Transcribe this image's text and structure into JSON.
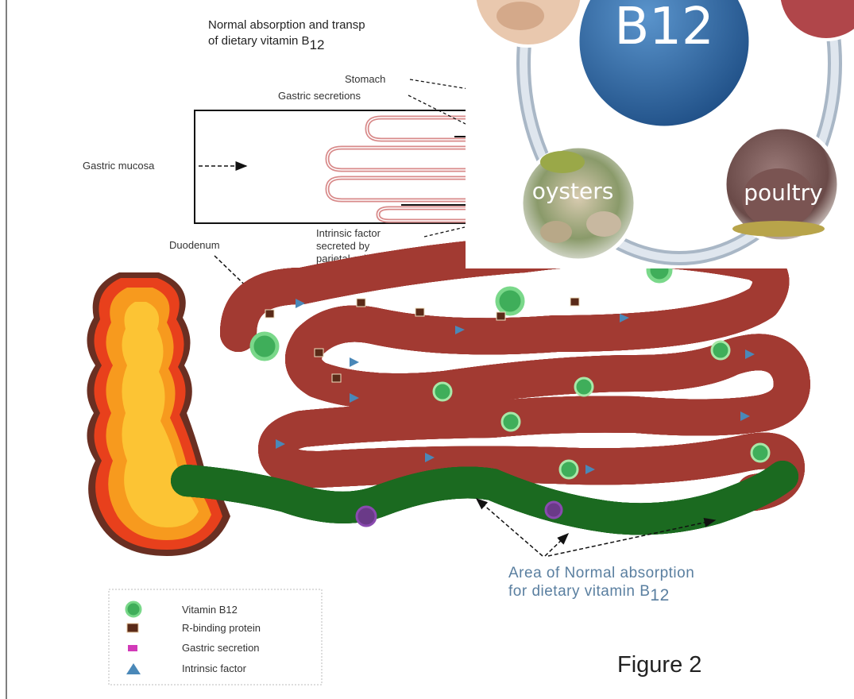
{
  "title": {
    "line1": "Normal absorption and transp",
    "line2_prefix": "of dietary vitamin B",
    "line2_sub": "12"
  },
  "labels": {
    "stomach": "Stomach",
    "gastric_secretions": "Gastric secretions",
    "gastric_mucosa": "Gastric mucosa",
    "intrinsic_factor_1": "Intrinsic factor",
    "intrinsic_factor_2": "secreted by",
    "intrinsic_factor_3": "parietal cells",
    "duodenum": "Duodenum"
  },
  "area_label": {
    "line1": "Area of Normal absorption",
    "line2_prefix": "for dietary vitamin B",
    "line2_sub": "12"
  },
  "legend": [
    {
      "label": "Vitamin B12",
      "icon": "vitamin-b12-circle",
      "color": "#3fae5a"
    },
    {
      "label": "R-binding protein",
      "icon": "r-binding-square",
      "color": "#5a2a18"
    },
    {
      "label": "Gastric secretion",
      "icon": "gastric-secretion-square",
      "color": "#d23ab8"
    },
    {
      "label": "Intrinsic factor",
      "icon": "intrinsic-factor-triangle",
      "color": "#4a88b8"
    }
  ],
  "figure_label": "Figure 2",
  "overlay": {
    "center_label": "B12",
    "foods": [
      "oysters",
      "poultry"
    ],
    "colors": {
      "ring": "#c9d2dc",
      "center": "#2f6aa8"
    }
  },
  "colors": {
    "intestine_outer": "#d66a6a",
    "intestine_inner": "#f7a21c",
    "intestine_core": "#fff07a",
    "ileum_outer": "#39d24a",
    "ileum_inner": "#2bc6e0"
  }
}
